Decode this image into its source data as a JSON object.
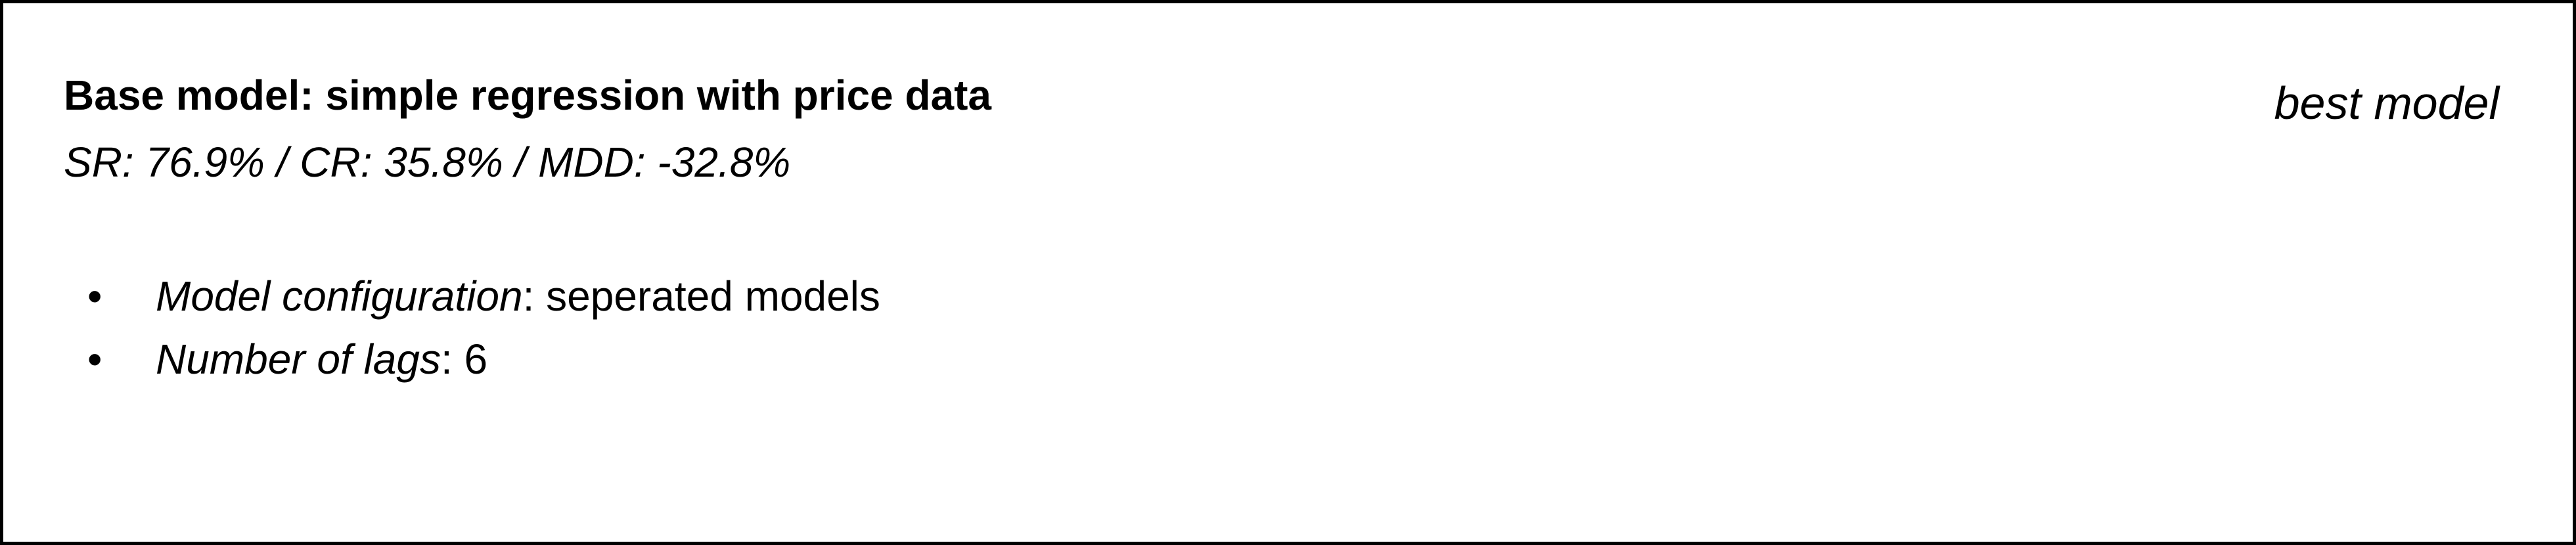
{
  "header": {
    "title": "Base model: simple regression with price data",
    "metrics": "SR: 76.9% / CR: 35.8% / MDD: -32.8%",
    "tag": "best model"
  },
  "config": {
    "items": [
      {
        "bullet": "•",
        "label": "Model configuration",
        "sep": ": ",
        "value": "seperated models"
      },
      {
        "bullet": "•",
        "label": "Number of lags",
        "sep": ": ",
        "value": "6"
      }
    ]
  }
}
